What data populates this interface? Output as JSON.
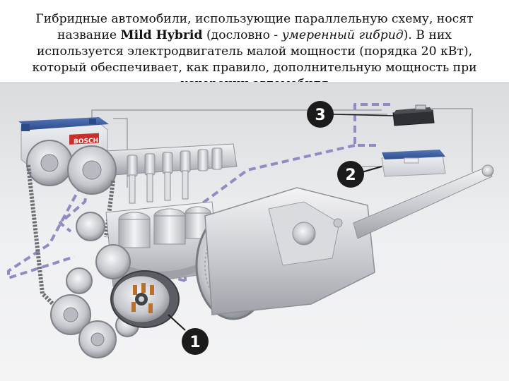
{
  "caption": {
    "part1": "Гибридные автомобили, использующие параллельную схему, носят название ",
    "term": "Mild Hybrid",
    "part2": " (дословно - ",
    "term_translation": "умеренный гибрид",
    "part3": "). В них используется электродвигатель малой мощности (порядка 20 кВт), который обеспечивает, как правило, дополнительную мощность при ускорении автомобиля"
  },
  "figure": {
    "battery_brand": "BOSCH",
    "callouts": [
      "1",
      "2",
      "3"
    ]
  },
  "colors": {
    "background": "#ffffff",
    "figure_background": "#e9eaec",
    "dashed_line": "#8f8cc2",
    "callout_fill": "#1b1b1b",
    "battery_cover": "#3a5a9a"
  }
}
